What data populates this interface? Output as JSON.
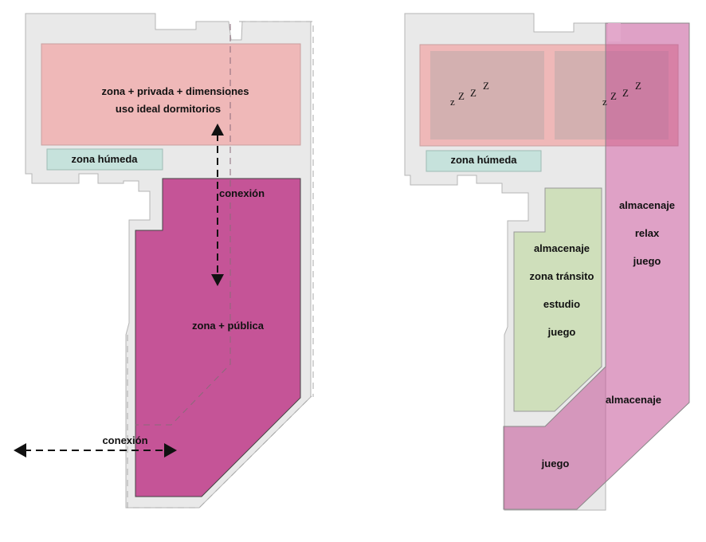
{
  "left_plan": {
    "private_zone": {
      "line1": "zona  + privada + dimensiones",
      "line2": "uso ideal dormitorios"
    },
    "wet_zone": "zona húmeda",
    "public_zone": "zona  + pública",
    "vertical_connection": "conexión",
    "horizontal_connection": "conexión"
  },
  "right_plan": {
    "sleep_symbol": {
      "z1": "z",
      "z2": "Z",
      "z3": "Z",
      "z4": "Z"
    },
    "wet_zone": "zona húmeda",
    "green_zone": [
      "almacenaje",
      "zona tránsito",
      "estudio",
      "juego"
    ],
    "pink_strip": [
      "almacenaje",
      "relax",
      "juego"
    ],
    "diagonal_label": "almacenaje",
    "bottom_label": "juego"
  },
  "colors": {
    "floor": "#e9e9e9",
    "private": "#efb8b8",
    "wet": "#c6e2dc",
    "public": "#c55497",
    "green": "#cfdfbb",
    "strip": "#d79dc1"
  }
}
